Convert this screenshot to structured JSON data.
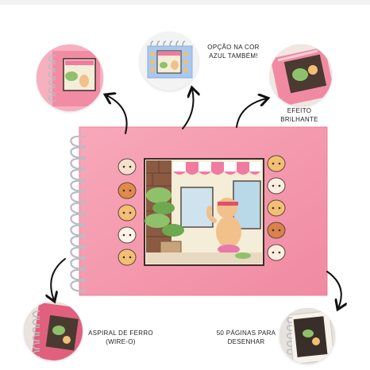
{
  "captions": {
    "blue_cover": "OPÇÃO NA COR AZUL TAMBÉM!",
    "shine_effect": "EFEITO BRILHANTE",
    "wire_spiral": "ASPIRAL DE FERRO (WIRE-O)",
    "pages": "50 PÁGINAS PARA DESENHAR"
  },
  "colors": {
    "cover_pink": "#f590a8",
    "cover_pink_light": "#f8a4b8",
    "blue_cover": "#a9c8ee",
    "awning_pink": "#f17aa0",
    "spiral_silver": "#b9bcc2",
    "circle_dark": "#3a2e2a"
  },
  "icons": [
    "cat-face-icon",
    "dog-face-icon",
    "bear-face-icon",
    "hamster-face-icon",
    "curved-arrow-icon",
    "wire-spiral-icon"
  ]
}
